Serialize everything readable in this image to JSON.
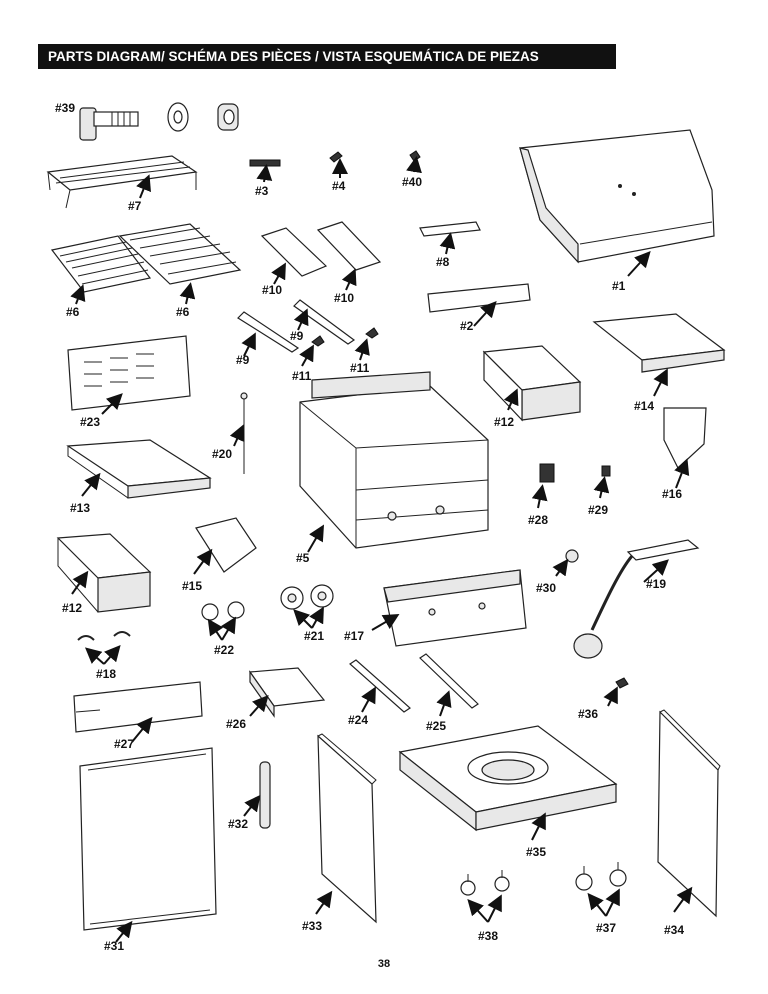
{
  "title": "PARTS DIAGRAM/ SCHÉMA DES PIÈCES / VISTA ESQUEMÁTICA DE PIEZAS",
  "page_number": "38",
  "labels": {
    "p39": "#39",
    "p7": "#7",
    "p3": "#3",
    "p4": "#4",
    "p40": "#40",
    "p1": "#1",
    "p6a": "#6",
    "p6b": "#6",
    "p10a": "#10",
    "p10b": "#10",
    "p8": "#8",
    "p2": "#2",
    "p9a": "#9",
    "p9b": "#9",
    "p11a": "#11",
    "p11b": "#11",
    "p23": "#23",
    "p14": "#14",
    "p12a": "#12",
    "p20": "#20",
    "p16": "#16",
    "p13": "#13",
    "p5": "#5",
    "p28": "#28",
    "p29": "#29",
    "p19": "#19",
    "p30": "#30",
    "p12b": "#12",
    "p15": "#15",
    "p21": "#21",
    "p17": "#17",
    "p22": "#22",
    "p18": "#18",
    "p26": "#26",
    "p24": "#24",
    "p25": "#25",
    "p36": "#36",
    "p27": "#27",
    "p32": "#32",
    "p35": "#35",
    "p31": "#31",
    "p33": "#33",
    "p38": "#38",
    "p37": "#37",
    "p34": "#34"
  }
}
